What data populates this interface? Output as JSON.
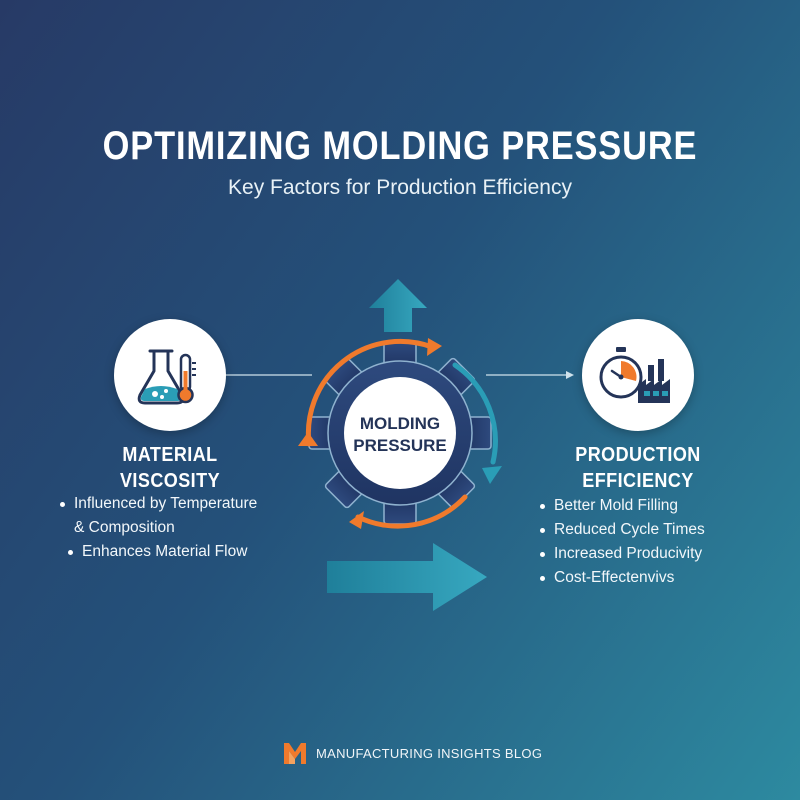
{
  "title": "OPTIMIZING MOLDING PRESSURE",
  "subtitle": "Key Factors for Production Efficiency",
  "center": {
    "line1": "MOLDING",
    "line2": "PRESSURE"
  },
  "left": {
    "heading_line1": "MATERIAL",
    "heading_line2": "VISCOSITY",
    "icon": "flask-thermometer-icon",
    "bullets": [
      {
        "line1": "Influenced by Temperature",
        "line2": "& Composition"
      },
      {
        "line1": "Enhances Material Flow"
      }
    ]
  },
  "right": {
    "heading_line1": "PRODUCTION",
    "heading_line2": "EFFICIENCY",
    "icon": "stopwatch-factory-icon",
    "bullets": [
      "Better Mold Filling",
      "Reduced Cycle Times",
      "Increased Producivity",
      "Cost-Effectenvivs"
    ]
  },
  "footer": {
    "brand": "MANUFACTURING INSIGHTS BLOG"
  },
  "colors": {
    "accent_orange": "#f07a2c",
    "accent_teal": "#2a9db6",
    "navy": "#243458"
  }
}
